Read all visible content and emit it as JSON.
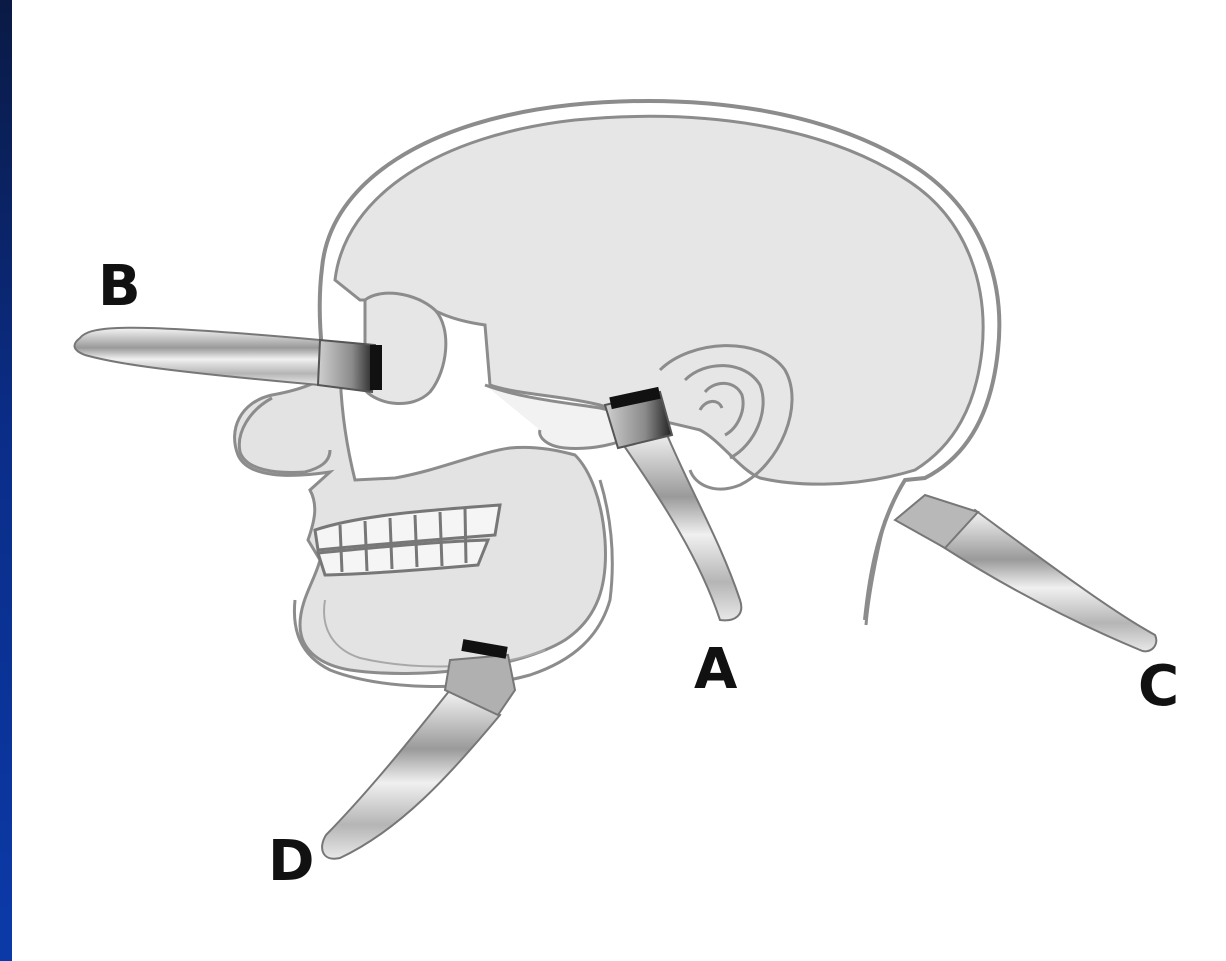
{
  "diagram": {
    "labels": {
      "a": "A",
      "b": "B",
      "c": "C",
      "d": "D"
    },
    "colors": {
      "left_bar_top": "#0a1a44",
      "left_bar_bottom": "#0b3aa8",
      "skull_fill": "#e6e6e6",
      "outline": "#8c8c8c",
      "label": "#111111"
    }
  }
}
